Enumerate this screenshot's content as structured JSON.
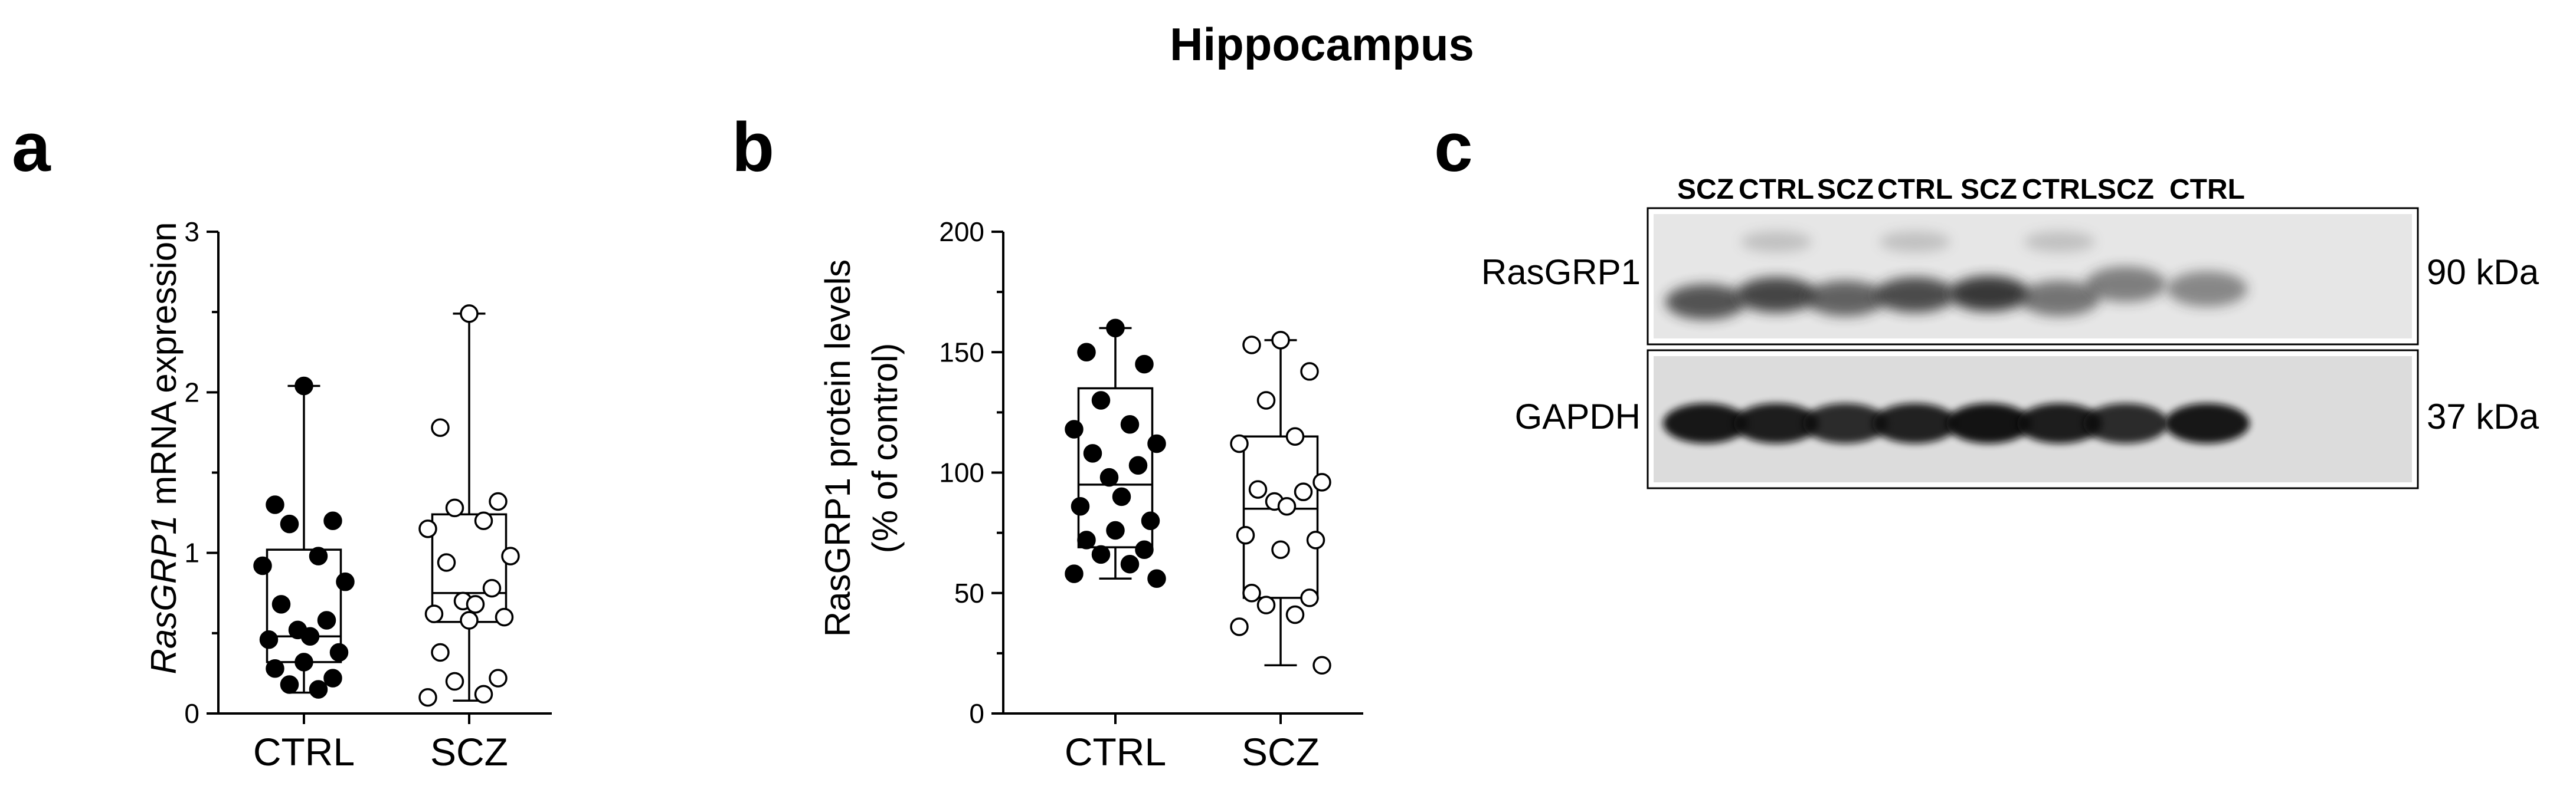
{
  "figure_title": "Hippocampus",
  "panels": {
    "a": {
      "letter": "a"
    },
    "b": {
      "letter": "b"
    },
    "c": {
      "letter": "c",
      "lanes": [
        "SCZ",
        "CTRL",
        "SCZ",
        "CTRL",
        "SCZ",
        "CTRL",
        "SCZ",
        "CTRL"
      ],
      "blots": [
        {
          "protein": "RasGRP1",
          "size": "90 kDa"
        },
        {
          "protein": "GAPDH",
          "size": "37 kDa"
        }
      ]
    }
  },
  "chart_data": [
    {
      "type": "box",
      "panel": "a",
      "ylabel_italic": "RasGRP1",
      "ylabel_rest": " mRNA expression",
      "ylim": [
        0,
        3
      ],
      "yticks": [
        "0",
        "1",
        "2",
        "3"
      ],
      "categories": [
        "CTRL",
        "SCZ"
      ],
      "series": [
        {
          "marker": "filled",
          "box": {
            "min": 0.13,
            "q1": 0.32,
            "median": 0.48,
            "q3": 1.02,
            "max": 2.04
          },
          "points": [
            2.04,
            1.3,
            1.2,
            1.18,
            0.98,
            0.92,
            0.82,
            0.68,
            0.58,
            0.52,
            0.48,
            0.46,
            0.38,
            0.32,
            0.28,
            0.22,
            0.18,
            0.15
          ]
        },
        {
          "marker": "open",
          "box": {
            "min": 0.08,
            "q1": 0.57,
            "median": 0.75,
            "q3": 1.24,
            "max": 2.49
          },
          "points": [
            2.49,
            1.78,
            1.32,
            1.28,
            1.2,
            1.15,
            0.98,
            0.94,
            0.78,
            0.7,
            0.68,
            0.62,
            0.6,
            0.58,
            0.38,
            0.22,
            0.2,
            0.12,
            0.1
          ]
        }
      ]
    },
    {
      "type": "box",
      "panel": "b",
      "ylabel": "RasGRP1 protein levels",
      "ylabel2": "(% of control)",
      "ylim": [
        0,
        200
      ],
      "yticks": [
        "0",
        "50",
        "100",
        "150",
        "200"
      ],
      "categories": [
        "CTRL",
        "SCZ"
      ],
      "series": [
        {
          "marker": "filled",
          "box": {
            "min": 56,
            "q1": 69,
            "median": 95,
            "q3": 135,
            "max": 160
          },
          "points": [
            160,
            150,
            145,
            130,
            120,
            118,
            112,
            108,
            103,
            98,
            90,
            86,
            80,
            76,
            72,
            68,
            66,
            62,
            58,
            56
          ]
        },
        {
          "marker": "open",
          "box": {
            "min": 20,
            "q1": 48,
            "median": 85,
            "q3": 115,
            "max": 155
          },
          "points": [
            155,
            153,
            142,
            130,
            115,
            112,
            96,
            93,
            92,
            88,
            86,
            74,
            72,
            68,
            50,
            48,
            45,
            41,
            36,
            20
          ]
        }
      ]
    }
  ]
}
